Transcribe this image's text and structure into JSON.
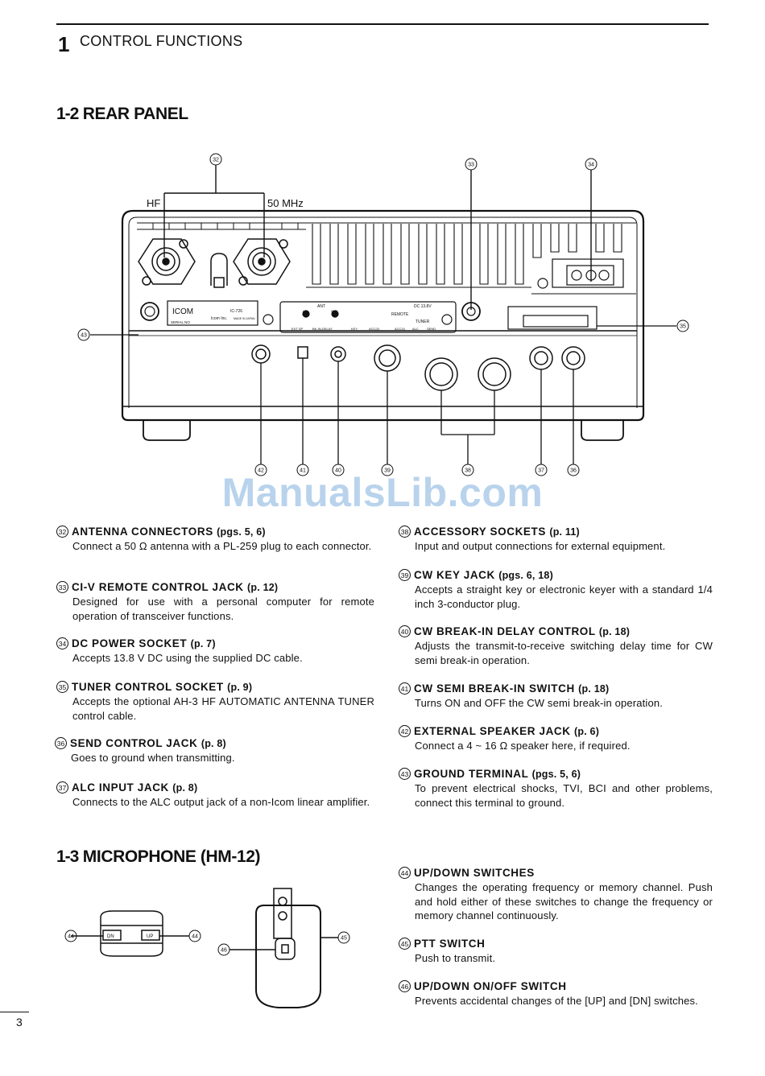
{
  "header": {
    "number": "1",
    "title": "CONTROL FUNCTIONS"
  },
  "rear_panel": {
    "title_prefix": "1-2",
    "title_text": "REAR PANEL",
    "diagram": {
      "label_hf": "HF",
      "label_50mhz": "50 MHz",
      "brand": "ICOM",
      "model": "IC-726",
      "maker": "Icom Inc.",
      "made_in": "MADE IN JAPAN",
      "serial": "SERIAL NO",
      "ant": "ANT",
      "hf": "HF",
      "son": "50M",
      "dc": "DC 13.8V",
      "remote": "REMOTE",
      "tuner": "TUNER",
      "ext_sp": "EXT SP",
      "bk_in_delay": "BK-IN-DELAY",
      "key": "KEY",
      "acc2": "ACC(2)",
      "acc1": "ACC(1)",
      "alc": "ALC",
      "send": "SEND",
      "callouts": [
        "32",
        "33",
        "34",
        "35",
        "36",
        "37",
        "38",
        "39",
        "40",
        "41",
        "42",
        "43"
      ]
    },
    "items_left": [
      {
        "n": "32",
        "title": "ANTENNA CONNECTORS",
        "ref": "(pgs. 5, 6)",
        "desc": "Connect a 50 Ω antenna with a PL-259 plug to each connector."
      },
      {
        "n": "33",
        "title": "CI-V REMOTE CONTROL JACK",
        "ref": "(p. 12)",
        "desc": "Designed for use with a personal computer for remote operation of transceiver functions."
      },
      {
        "n": "34",
        "title": "DC POWER SOCKET",
        "ref": "(p. 7)",
        "desc": "Accepts 13.8 V DC using the supplied DC cable."
      },
      {
        "n": "35",
        "title": "TUNER CONTROL SOCKET",
        "ref": "(p. 9)",
        "desc": "Accepts the optional AH-3 HF AUTOMATIC ANTENNA TUNER control cable."
      },
      {
        "n": "36",
        "title": "SEND CONTROL JACK",
        "ref": "(p. 8)",
        "desc": "Goes to ground when transmitting."
      },
      {
        "n": "37",
        "title": "ALC INPUT JACK",
        "ref": "(p. 8)",
        "desc": "Connects to the ALC output jack of a non-Icom linear amplifier."
      }
    ],
    "items_right": [
      {
        "n": "38",
        "title": "ACCESSORY SOCKETS",
        "ref": "(p. 11)",
        "desc": "Input and output connections for external equipment."
      },
      {
        "n": "39",
        "title": "CW KEY JACK",
        "ref": "(pgs. 6, 18)",
        "desc": "Accepts a straight key or electronic keyer with a standard 1/4 inch 3-conductor plug."
      },
      {
        "n": "40",
        "title": "CW BREAK-IN DELAY CONTROL",
        "ref": "(p. 18)",
        "desc": "Adjusts the transmit-to-receive switching delay time for CW semi break-in operation."
      },
      {
        "n": "41",
        "title": "CW SEMI BREAK-IN SWITCH",
        "ref": "(p. 18)",
        "desc": "Turns ON and OFF the CW semi break-in operation."
      },
      {
        "n": "42",
        "title": "EXTERNAL SPEAKER JACK",
        "ref": "(p. 6)",
        "desc": "Connect a 4 ~ 16 Ω speaker here, if required."
      },
      {
        "n": "43",
        "title": "GROUND TERMINAL",
        "ref": "(pgs. 5, 6)",
        "desc": "To prevent electrical shocks, TVI, BCI and other problems, connect this terminal to ground."
      }
    ]
  },
  "microphone": {
    "title_prefix": "1-3",
    "title_text": "MICROPHONE (HM-12)",
    "diagram": {
      "dn": "DN",
      "up": "UP",
      "callouts": [
        "44",
        "44",
        "45",
        "46"
      ]
    },
    "items": [
      {
        "n": "44",
        "title": "UP/DOWN SWITCHES",
        "ref": "",
        "desc": "Changes the operating frequency or memory channel. Push and hold either of these switches to change the frequency or memory channel continuously."
      },
      {
        "n": "45",
        "title": "PTT SWITCH",
        "ref": "",
        "desc": "Push to transmit."
      },
      {
        "n": "46",
        "title": "UP/DOWN ON/OFF SWITCH",
        "ref": "",
        "desc": "Prevents accidental changes of the [UP] and [DN] switches."
      }
    ]
  },
  "watermark": "ManualsLib.com",
  "page_number": "3"
}
